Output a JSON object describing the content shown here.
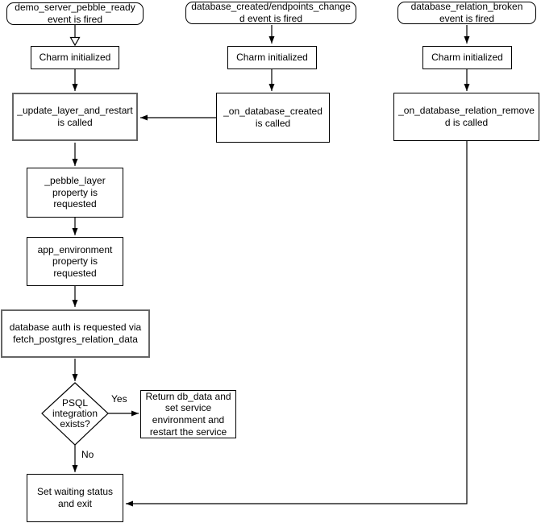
{
  "nodes": {
    "pebble_ready_event": {
      "label": "demo_server_pebble_ready event is fired"
    },
    "db_created_event": {
      "label": "database_created/endpoints_changed event is fired"
    },
    "db_relation_broken_event": {
      "label": "database_relation_broken event is fired"
    },
    "charm_initialized_1": {
      "label": "Charm initialized"
    },
    "charm_initialized_2": {
      "label": "Charm initialized"
    },
    "charm_initialized_3": {
      "label": "Charm initialized"
    },
    "update_layer_and_restart": {
      "label": "_update_layer_and_restart is called"
    },
    "on_database_created": {
      "label": "_on_database_created is called"
    },
    "on_database_relation_removed": {
      "label": "_on_database_relation_removed is called"
    },
    "pebble_layer_property": {
      "label": "_pebble_layer property is requested"
    },
    "app_environment_property": {
      "label": "app_environment property is requested"
    },
    "database_auth": {
      "label": "database auth is requested via fetch_postgres_relation_data"
    },
    "psql_integration_decision": {
      "label": "PSQL integration exists?"
    },
    "return_db_data": {
      "label": "Return db_data and set service environment and restart the service"
    },
    "set_waiting_status": {
      "label": "Set waiting status and exit"
    }
  },
  "edge_labels": {
    "yes": "Yes",
    "no": "No"
  },
  "colors": {
    "background": "#ffffff",
    "node_stroke": "#000000",
    "highlight_stroke": "#666666",
    "text": "#000000"
  }
}
